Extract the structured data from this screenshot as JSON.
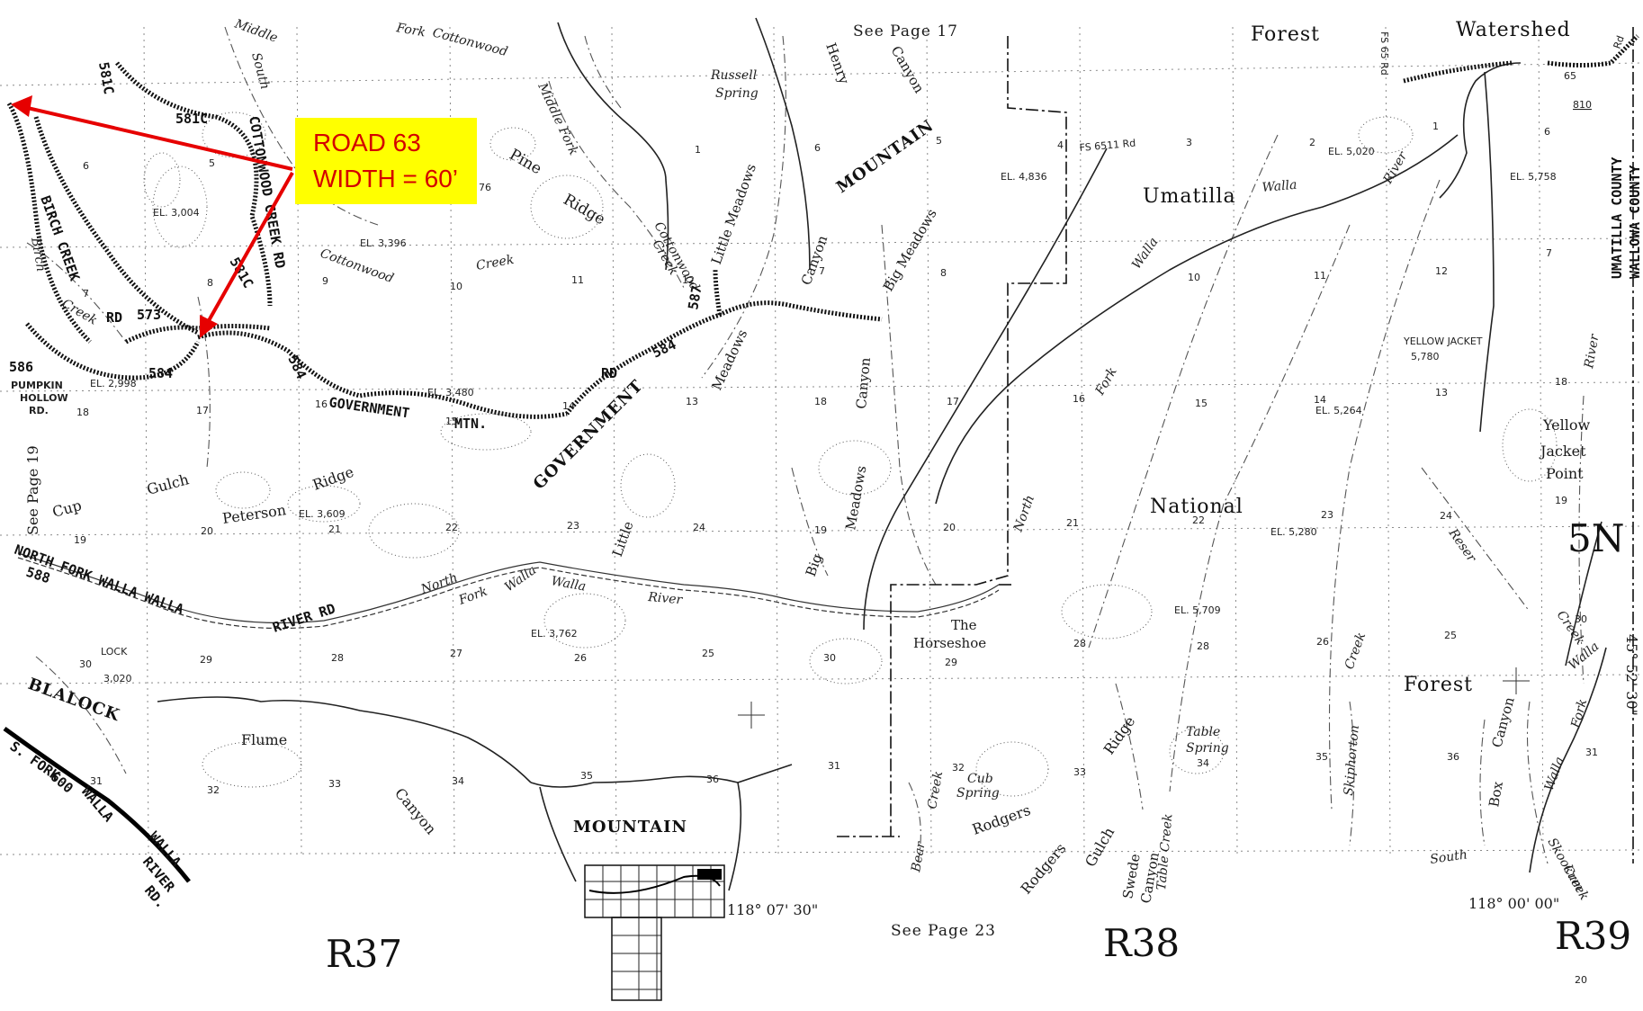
{
  "callout": {
    "line1": "ROAD 63",
    "line2": "WIDTH = 60’",
    "box_color": "#ffff00",
    "text_color": "#d40000",
    "arrow_color": "#e60000"
  },
  "ranges": {
    "r37": "R37",
    "r38": "R38",
    "r39": "R39"
  },
  "township": "5N",
  "page_number": "20",
  "see_pages": {
    "top": "See Page 17",
    "bottom": "See Page 23",
    "left": "See Page 19"
  },
  "longitudes": {
    "west": "118°  07' 30\"",
    "east": "118°  00' 00\""
  },
  "latitude": "45° 52' 30\"",
  "county": {
    "umatilla": "UMATILLA COUNTY",
    "wallowa": "WALLOWA COUNTY"
  },
  "top_labels": {
    "forest": "Forest",
    "watershed": "Watershed"
  },
  "forest_labels": {
    "umatilla": "Umatilla",
    "national": "National",
    "forest": "Forest"
  },
  "mountain_labels": {
    "mountain_ne": "MOUNTAIN",
    "government": "GOVERNMENT",
    "mountain_s": "MOUNTAIN",
    "blalock": "BLALOCK"
  },
  "road_labels": {
    "r581c_top": "581C",
    "r581c_mid": "581C",
    "r581c_low": "581C",
    "r573": "573",
    "r584a": "584",
    "r584b": "584",
    "r584c": "584",
    "r586": "586",
    "r587": "587",
    "r588": "588",
    "r600": "600",
    "r65": "65",
    "r810": "810",
    "birch_creek_rd": "BIRCH CREEK",
    "birch_rd": "RD",
    "cottonwood_creek_rd": "COTTONWOOD CREEK RD",
    "pumpkin1": "PUMPKIN",
    "pumpkin2": "HOLLOW",
    "pumpkin3": "RD.",
    "gov_mtn": "GOVERNMENT",
    "gov_mtn2": "MTN.",
    "gov_rd": "RD",
    "nfww": "NORTH FORK WALLA WALLA",
    "nfww2": "RIVER RD",
    "sf1": "S. FORK",
    "sf2": "WALLA",
    "sf3": "WALLA",
    "sf4": "RIVER",
    "sf5": "RD.",
    "fs65rd": "FS 65 Rd",
    "fs6511": "FS   6511   Rd",
    "rd": "Rd"
  },
  "place_labels": {
    "pine": "Pine",
    "ridge": "Ridge",
    "peterson": "Peterson",
    "ridge2": "Ridge",
    "cup": "Cup",
    "gulch": "Gulch",
    "the": "The",
    "horseshoe": "Horseshoe",
    "flume": "Flume",
    "canyon_s": "Canyon",
    "little_meadows": "Little Meadows",
    "canyon_lm": "Canyon",
    "big_meadows": "Big Meadows",
    "meadows": "Meadows",
    "canyon_bm": "Canyon",
    "big": "Big",
    "meadows2": "Meadows",
    "little": "Little",
    "henry": "Henry",
    "canyon_h": "Canyon",
    "russell": "Russell",
    "spring": "Spring",
    "middle_fork": "Middle Fork",
    "middle": "Middle",
    "south": "South",
    "fork_top": "Fork",
    "cottonwood_top": "Cottonwood",
    "cottonwood_c": "Cottonwood",
    "creek_c": "Creek",
    "cottonwood_c2": "Cottonwood",
    "creek_c2": "Creek",
    "birch": "Birch",
    "creek_b": "Creek",
    "north_fork": "North",
    "fork_n": "Fork",
    "walla": "Walla",
    "river": "River",
    "walla_ne": "Walla",
    "river_ne": "River",
    "fork_ne": "Fork",
    "walla_ne2": "Walla",
    "north_ne": "North",
    "river_e": "River",
    "yellow": "Yellow",
    "jacket": "Jacket",
    "point": "Point",
    "reser": "Reser",
    "creek_r": "Creek",
    "walla_se": "Walla",
    "walla_se2": "Walla",
    "fork_se": "Fork",
    "canyon_box": "Canyon",
    "box": "Box",
    "south_se": "South",
    "skookum": "Skookum",
    "creek_sk": "Creek",
    "table": "Table",
    "spring_t": "Spring",
    "table_creek": "Table Creek",
    "skiphorton": "Skiphorton",
    "creek_sp": "Creek",
    "ridge_se": "Ridge",
    "cub": "Cub",
    "spring_c": "Spring",
    "rodgers": "Rodgers",
    "rodgers2": "Rodgers",
    "gulch2": "Gulch",
    "swede": "Swede",
    "canyon_sw": "Canyon",
    "bear": "Bear",
    "creek_bear": "Creek",
    "lock": "LOCK",
    "yellow_jacket": "YELLOW JACKET"
  },
  "elevations": {
    "e1": "EL. 3,004",
    "e2": "EL. 3,396",
    "e3": "EL. 2,998",
    "e4": "EL. 3,609",
    "e5": "EL. 3,480",
    "e6": "EL. 3,762",
    "e7": "EL. 4,836",
    "e8": "EL. 5,020",
    "e9": "EL. 5,758",
    "e10": "5,780",
    "e11": "EL. 5,264",
    "e12": "EL. 5,280",
    "e13": "EL. 5,709",
    "e14": "3,020"
  },
  "section_numbers": {
    "s5a": "5",
    "s6a": "6",
    "s7a": "7",
    "s8a": "8",
    "s9": "9",
    "s10": "10",
    "s11": "11",
    "s12": "12",
    "s13": "13",
    "s14": "14",
    "s15": "15",
    "s16": "16",
    "s17": "17",
    "s18": "18",
    "s19": "19",
    "s20": "20",
    "s21": "21",
    "s22": "22",
    "s23": "23",
    "s24": "24",
    "s25": "25",
    "s26": "26",
    "s27": "27",
    "s28": "28",
    "s29": "29",
    "s30": "30",
    "s31": "31",
    "s32": "32",
    "s33": "33",
    "s34": "34",
    "s35": "35",
    "s36": "36",
    "m1": "1",
    "m5": "5",
    "m6": "6",
    "m7": "7",
    "m8": "8",
    "m12": "12",
    "m13": "13",
    "m17": "17",
    "m18": "18",
    "m19": "19",
    "m20": "20",
    "m24": "24",
    "m25": "25",
    "m30": "30",
    "m31": "31",
    "m36": "36",
    "e1": "1",
    "e2": "2",
    "e3": "3",
    "e4": "4",
    "e6": "6",
    "e7": "7",
    "e10": "10",
    "e11": "11",
    "e12": "12",
    "e13": "13",
    "e14": "14",
    "e15": "15",
    "e16": "16",
    "e18": "18",
    "e19": "19",
    "e21": "21",
    "e22": "22",
    "e23": "23",
    "e24": "24",
    "e25": "25",
    "e26": "26",
    "e28": "28",
    "e29": "29",
    "e30": "30",
    "e31": "31",
    "e32": "32",
    "e33": "33",
    "e34": "34",
    "e35": "35",
    "e36": "36",
    "w76": "76"
  }
}
